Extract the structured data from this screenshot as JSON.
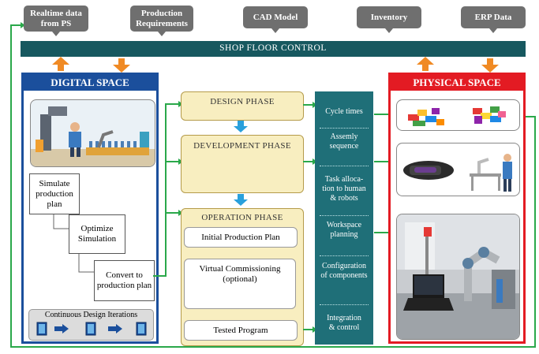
{
  "callouts": {
    "realtime": "Realtime data from PS",
    "production": "Production Requirements",
    "cad": "CAD Model",
    "inventory": "Inventory",
    "erp": "ERP Data"
  },
  "shop_floor": "SHOP FLOOR CONTROL",
  "digital": {
    "title": "DIGITAL SPACE",
    "steps": [
      "Simulate production plan",
      "Optimize Simulation",
      "Convert to production plan"
    ],
    "iterations": "Continuous Design Iterations"
  },
  "phases": {
    "design": "DESIGN PHASE",
    "development": "DEVELOPMENT PHASE",
    "operation": "OPERATION PHASE",
    "operation_items": [
      "Initial Production Plan",
      "Virtual Commissioning (optional)",
      "Tested Program"
    ]
  },
  "tasks": [
    "Cycle times",
    "Assemly sequence",
    "Task alloca- tion to human & robots",
    "Workspace planning",
    "Configuration of components",
    "Integration & control"
  ],
  "physical": {
    "title": "PHYSICAL SPACE"
  },
  "colors": {
    "teal": "#17585f",
    "blue": "#1b4f9c",
    "red": "#e31b23",
    "green": "#2aa84a",
    "orange": "#f08a24",
    "sky": "#29a0dc"
  }
}
